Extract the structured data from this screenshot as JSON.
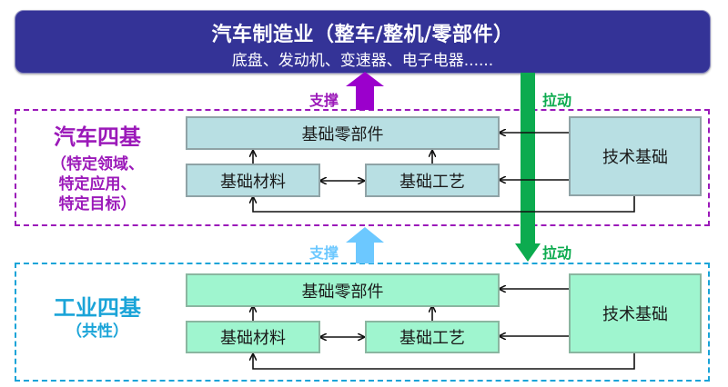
{
  "banner": {
    "title": "汽车制造业（整车/整机/零部件）",
    "subtitle": "底盘、发动机、变速器、电子电器......"
  },
  "arrows": {
    "support_top": "支撑",
    "pull_top": "拉动",
    "support_bottom": "支撑",
    "pull_bottom": "拉动"
  },
  "automotive": {
    "title": "汽车四基",
    "description_lines": [
      "（特定领域、",
      "特定应用、",
      "特定目标）"
    ],
    "nodes": {
      "components": "基础零部件",
      "materials": "基础材料",
      "process": "基础工艺",
      "technology": "技术基础"
    }
  },
  "industrial": {
    "title": "工业四基",
    "description": "（共性）",
    "nodes": {
      "components": "基础零部件",
      "materials": "基础材料",
      "process": "基础工艺",
      "technology": "技术基础"
    }
  },
  "colors": {
    "banner": "#343397",
    "automotive_accent": "#9b19b9",
    "industrial_accent": "#1aa4d8",
    "pull_arrow": "#0cab4f",
    "support_top_arrow": "#9b00cc",
    "support_bottom_arrow": "#6cc8ff",
    "automotive_node_fill": "#b8dfe3",
    "industrial_node_fill": "#9ff5cf"
  }
}
